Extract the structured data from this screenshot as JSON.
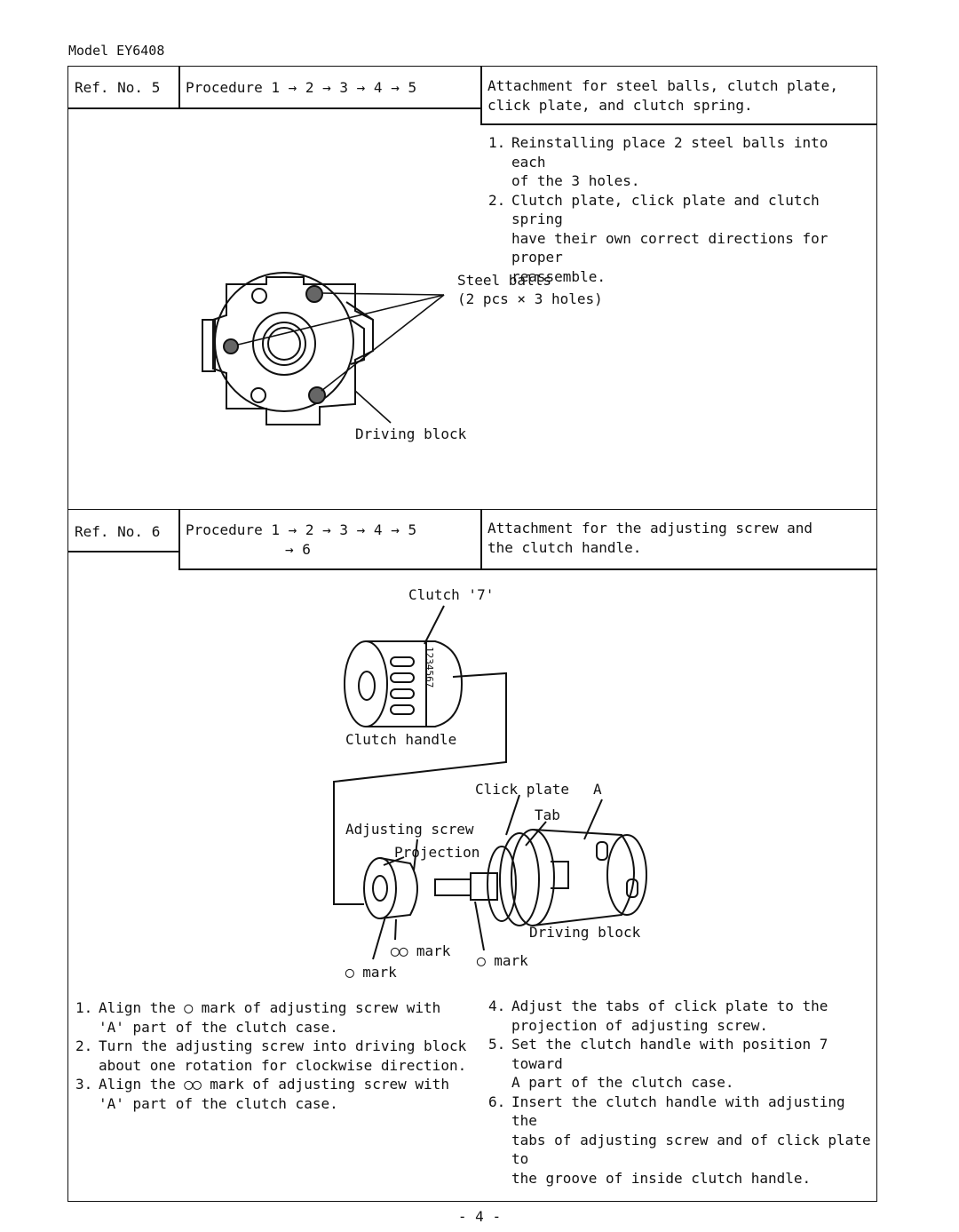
{
  "header": {
    "model": "Model EY6408"
  },
  "section5": {
    "ref": "Ref. No. 5",
    "procedure_line1": "Procedure 1 → 2 → 3 → 4 → 5",
    "title_line1": "Attachment for steel balls, clutch plate,",
    "title_line2": "click plate, and clutch spring.",
    "steps": [
      {
        "n": "1.",
        "line1": "Reinstalling place 2 steel balls into each",
        "line2": "of the 3 holes.",
        "line3": ""
      },
      {
        "n": "2.",
        "line1": "Clutch plate, click plate and clutch spring",
        "line2": "have their own correct directions for proper",
        "line3": "reassemble."
      }
    ],
    "figure": {
      "steel_balls": "Steel balls",
      "steel_balls_qty": "(2 pcs × 3 holes)",
      "driving_block": "Driving block"
    }
  },
  "section6": {
    "ref": "Ref. No. 6",
    "procedure_line1": "Procedure 1 → 2 → 3 → 4 → 5",
    "procedure_line2": "→ 6",
    "title_line1": "Attachment for the adjusting screw and",
    "title_line2": "the clutch handle.",
    "figure": {
      "clutch7": "Clutch '7'",
      "clutch_handle": "Clutch handle",
      "click_plate": "Click plate",
      "a": "A",
      "tab": "Tab",
      "adjusting_screw": "Adjusting screw",
      "projection": "Projection",
      "driving_block": "Driving block",
      "double_mark": "◯◯ mark",
      "single_mark_left": "◯ mark",
      "single_mark_right": "◯ mark",
      "dial_numbers": "1234567"
    },
    "steps_left": [
      {
        "n": "1.",
        "line1": "Align the  ◯ mark of adjusting screw with",
        "line2": "'A' part of the clutch case."
      },
      {
        "n": "2.",
        "line1": "Turn the adjusting screw into driving block",
        "line2": "about one rotation for clockwise direction."
      },
      {
        "n": "3.",
        "line1": "Align the  ◯◯ mark of adjusting screw with",
        "line2": "'A' part of the clutch case."
      }
    ],
    "steps_right": [
      {
        "n": "4.",
        "line1": "Adjust the tabs of click plate to the",
        "line2": "projection of adjusting screw.",
        "line3": ""
      },
      {
        "n": "5.",
        "line1": "Set the clutch handle with position 7 toward",
        "line2": "A part of the clutch case.",
        "line3": ""
      },
      {
        "n": "6.",
        "line1": "Insert the clutch handle with adjusting the",
        "line2": "tabs of adjusting screw and of click plate to",
        "line3": "the groove of inside clutch handle."
      }
    ]
  },
  "footer": {
    "page": "- 4 -"
  }
}
